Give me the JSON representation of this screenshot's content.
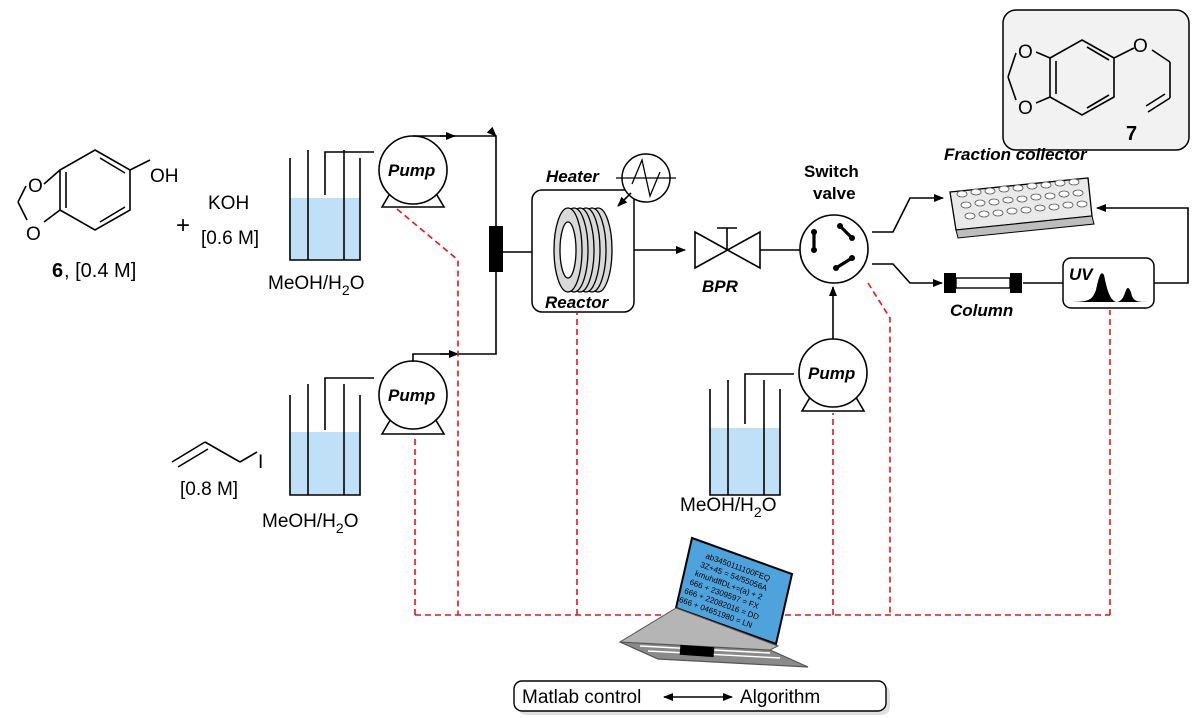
{
  "colors": {
    "control_line": "#e8141c",
    "solvent": "#bfe0f7",
    "screen": "#4fa3dd",
    "product_box": "#f2f2f2"
  },
  "substrate": {
    "number": "6",
    "conc": ", [0.4 M]",
    "oh": "OH",
    "o1": "O",
    "o2": "O"
  },
  "base": {
    "name": "KOH",
    "conc": "[0.6 M]",
    "plus": "+"
  },
  "reagent": {
    "atom": "I",
    "conc": "[0.8 M]"
  },
  "product": {
    "number": "7",
    "o1": "O",
    "o2": "O",
    "o3": "O"
  },
  "solvent_label": {
    "main": "MeOH/H",
    "sub": "2",
    "tail": "O"
  },
  "pumps": {
    "label": "Pump"
  },
  "reactor": {
    "heater": "Heater",
    "reactor": "Reactor"
  },
  "bpr": {
    "label": "BPR"
  },
  "switch_valve": {
    "line1": "Switch",
    "line2": "valve"
  },
  "fraction_collector": {
    "label": "Fraction collector"
  },
  "column": {
    "label": "Column"
  },
  "uv": {
    "label": "UV"
  },
  "laptop": {
    "screen_lines": [
      "ab3450111100FEQ",
      "3Z+45 = 54/55056A",
      "kmuhdffDL+=(a) + 2",
      "666 + 2309597 = FX",
      "666 + 22082016 = DD",
      "666 + 04651980 = LN"
    ]
  },
  "control_box": {
    "left": "Matlab control",
    "right": "Algorithm"
  }
}
